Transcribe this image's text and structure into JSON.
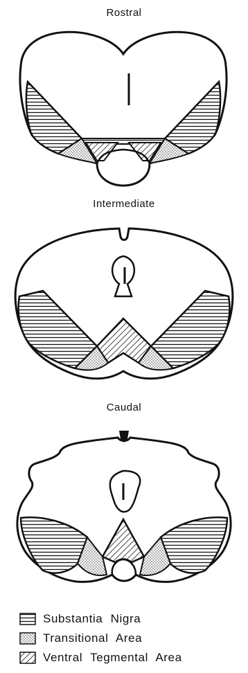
{
  "sections": {
    "rostral": "Rostral",
    "intermediate": "Intermediate",
    "caudal": "Caudal"
  },
  "legend": [
    {
      "label": "Substantia  Nigra",
      "pattern": "horizontal-lines"
    },
    {
      "label": "Transitional  Area",
      "pattern": "dots"
    },
    {
      "label": "Ventral  Tegmental  Area",
      "pattern": "diagonal-lines"
    }
  ]
}
